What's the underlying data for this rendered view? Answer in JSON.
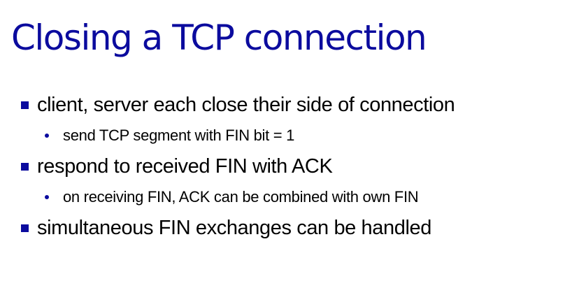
{
  "slide": {
    "title": "Closing a TCP connection",
    "bullets": [
      {
        "text": "client, server each close their side of connection",
        "sub": [
          "send TCP segment with FIN bit = 1"
        ]
      },
      {
        "text": "respond to received FIN with ACK",
        "sub": [
          "on receiving FIN, ACK can be combined with own FIN"
        ]
      },
      {
        "text": "simultaneous FIN exchanges can be handled",
        "sub": []
      }
    ]
  },
  "colors": {
    "title": "#0b0b9e",
    "bullet_marker": "#0b0b9e",
    "body_text": "#000000",
    "background": "#ffffff"
  }
}
